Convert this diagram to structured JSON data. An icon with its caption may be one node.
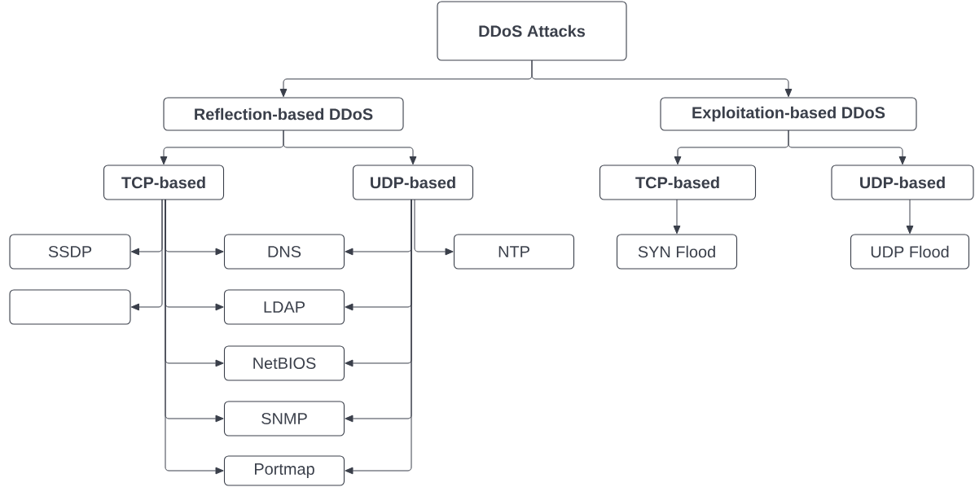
{
  "diagram": {
    "nodes": [
      {
        "text": [
          "DDoS Attacks"
        ]
      },
      {
        "text": [
          "Reflection-based DDoS"
        ]
      },
      {
        "text": [
          "Exploitation-based DDoS"
        ]
      },
      {
        "text": [
          "TCP-based"
        ]
      },
      {
        "text": [
          "UDP-based"
        ]
      },
      {
        "text": [
          "TCP-based"
        ]
      },
      {
        "text": [
          "UDP-based"
        ]
      },
      {
        "text": [
          "SSDP"
        ]
      },
      {
        "text": [
          "DNS"
        ]
      },
      {
        "text": [
          "NTP"
        ]
      },
      {
        "text": [
          "SYN Flood"
        ]
      },
      {
        "text": [
          "UDP Flood"
        ]
      },
      {
        "text": [],
        "shape": "box"
      },
      {
        "text": [
          "LDAP"
        ]
      },
      {
        "text": [
          "NetBIOS"
        ]
      },
      {
        "text": [
          "SNMP"
        ]
      },
      {
        "text": [
          "Portmap"
        ]
      }
    ],
    "edges": [
      {
        "from": 0,
        "to": 1,
        "arrow": "to"
      },
      {
        "from": 0,
        "to": 2,
        "arrow": "to"
      },
      {
        "from": 1,
        "to": 3,
        "arrow": "to"
      },
      {
        "from": 1,
        "to": 4,
        "arrow": "to"
      },
      {
        "from": 2,
        "to": 5,
        "arrow": "to"
      },
      {
        "from": 2,
        "to": 6,
        "arrow": "to"
      },
      {
        "from": 3,
        "to": 7,
        "arrow": "to"
      },
      {
        "from": 3,
        "to": 12,
        "arrow": "to"
      },
      {
        "from": 3,
        "to": 8,
        "arrow": "to"
      },
      {
        "from": 3,
        "to": 13,
        "arrow": "to"
      },
      {
        "from": 3,
        "to": 14,
        "arrow": "to"
      },
      {
        "from": 3,
        "to": 15,
        "arrow": "to"
      },
      {
        "from": 3,
        "to": 16,
        "arrow": "to"
      },
      {
        "from": 4,
        "to": 8,
        "arrow": "to"
      },
      {
        "from": 4,
        "to": 13,
        "arrow": "to"
      },
      {
        "from": 4,
        "to": 14,
        "arrow": "to"
      },
      {
        "from": 4,
        "to": 15,
        "arrow": "to"
      },
      {
        "from": 4,
        "to": 16,
        "arrow": "to"
      },
      {
        "from": 4,
        "to": 9,
        "arrow": "to"
      },
      {
        "from": 5,
        "to": 10,
        "arrow": "to"
      },
      {
        "from": 6,
        "to": 11,
        "arrow": "to"
      }
    ]
  }
}
